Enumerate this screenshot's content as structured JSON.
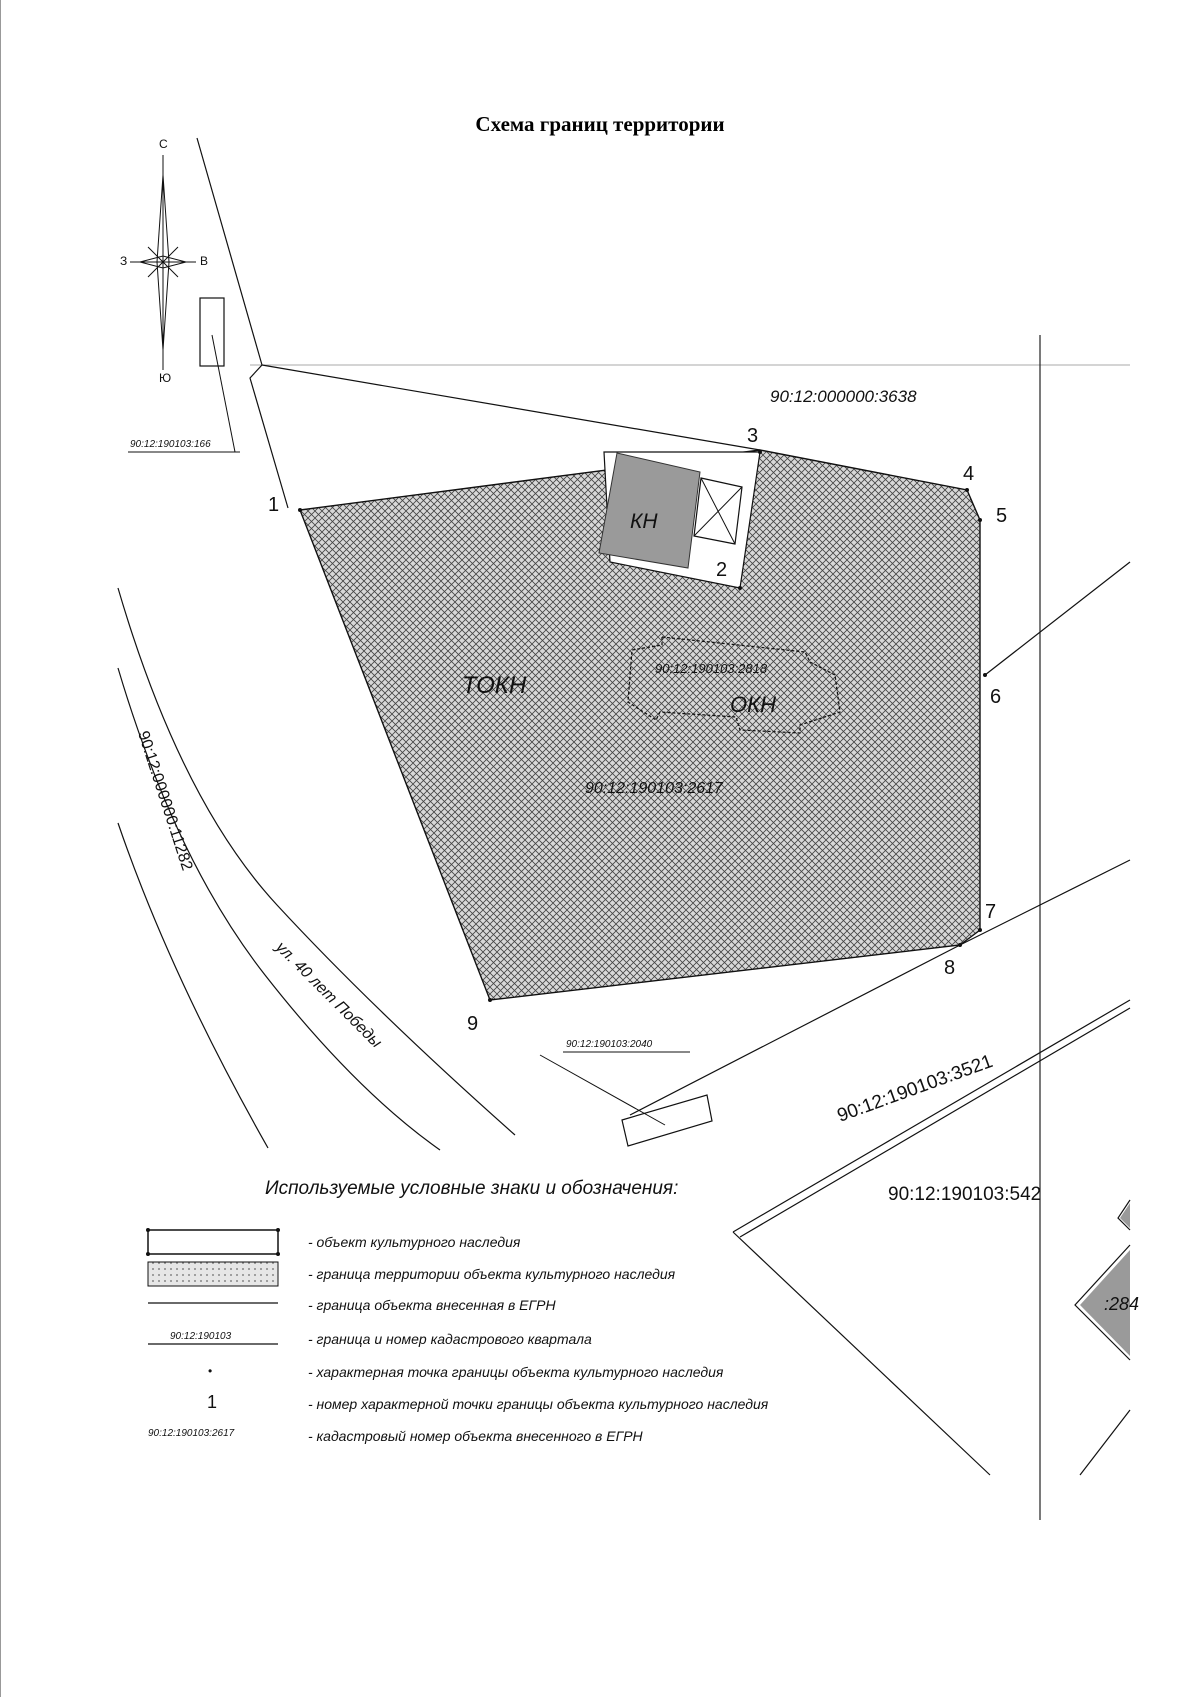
{
  "title": "Схема границ территории",
  "compass": {
    "n": "С",
    "s": "Ю",
    "w": "З",
    "e": "В"
  },
  "parcels": {
    "p3638": "90:12:000000:3638",
    "p166": "90:12:190103:166",
    "p2818": "90:12:190103:2818",
    "p2617": "90:12:190103:2617",
    "p11282": "90:12:000000:11282",
    "p2040": "90:12:190103:2040",
    "p3521": "90:12:190103:3521",
    "p542": "90:12:190103:542",
    "p284": ":284"
  },
  "zones": {
    "kn": "КН",
    "okn": "ОКН",
    "tokn": "ТОКН"
  },
  "street": "ул. 40 лет Победы",
  "points": [
    "1",
    "2",
    "3",
    "4",
    "5",
    "6",
    "7",
    "8",
    "9"
  ],
  "legend": {
    "title": "Используемые условные знаки и обозначения:",
    "items": [
      {
        "text": "- объект культурного наследия"
      },
      {
        "text": "- граница территории объекта культурного наследия"
      },
      {
        "text": "- граница объекта внесенная в ЕГРН"
      },
      {
        "text": "- граница и номер кадастрового квартала",
        "sample": "90:12:190103"
      },
      {
        "text": "- характерная точка границы объекта культурного наследия",
        "sample": "•"
      },
      {
        "text": "- номер характерной точки границы объекта культурного наследия",
        "sample": "1"
      },
      {
        "text": "- кадастровый номер объекта внесенного в ЕГРН",
        "sample": "90:12:190103:2617"
      }
    ]
  },
  "colors": {
    "hatch": "#555555",
    "building": "#9a9a9a",
    "line": "#111111"
  }
}
